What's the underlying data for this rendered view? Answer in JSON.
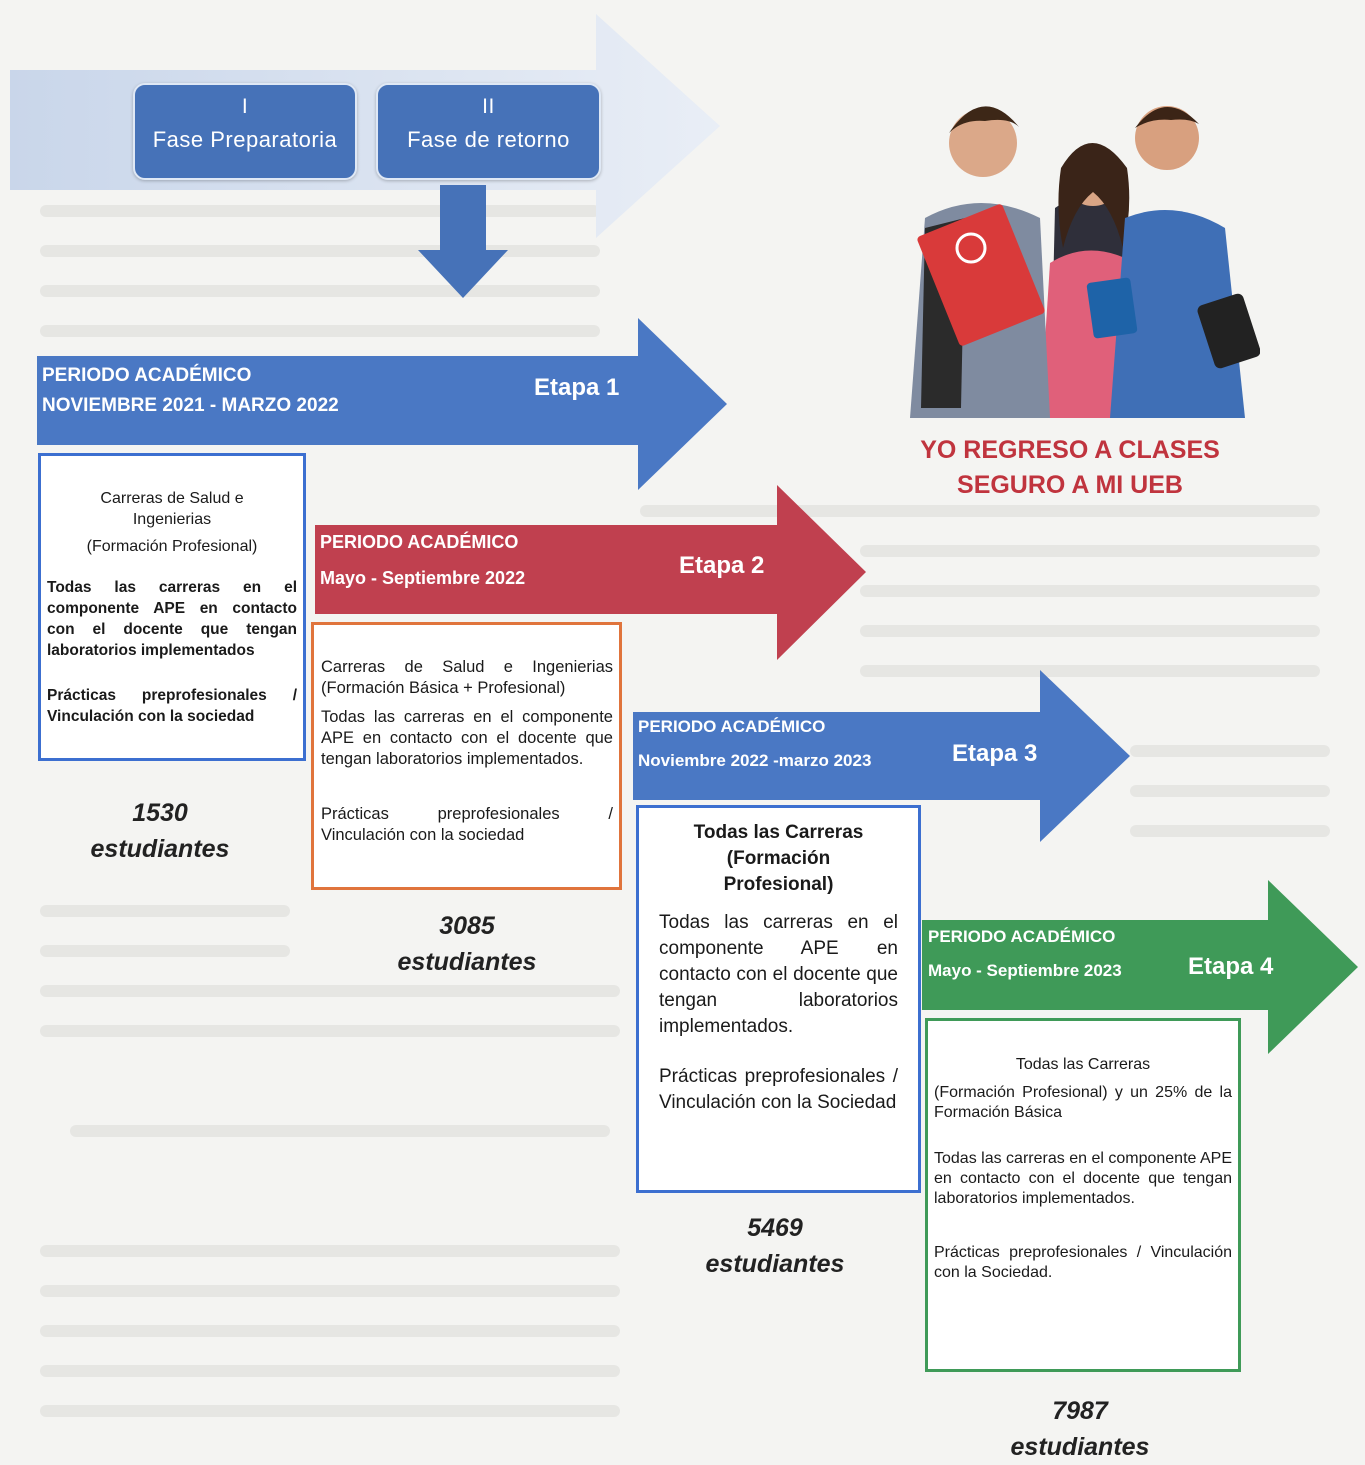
{
  "phases": [
    {
      "number": "I",
      "name": "Fase Preparatoria"
    },
    {
      "number": "II",
      "name": "Fase de retorno"
    }
  ],
  "stages": [
    {
      "period_label": "PERIODO ACADÉMICO",
      "period_dates": "NOVIEMBRE 2021 - MARZO 2022",
      "stage": "Etapa 1",
      "color": "#4a78c4",
      "card": {
        "heading": "Carreras de Salud e Ingenierias",
        "subheading": "(Formación Profesional)",
        "activity": "Todas las carreras en el componente APE en contacto con el docente que tengan laboratorios implementados",
        "practice": "Prácticas preprofesionales / Vinculación con la sociedad",
        "border_color": "#3c6fd0"
      },
      "students_count": "1530",
      "students_label": "estudiantes"
    },
    {
      "period_label": "PERIODO ACADÉMICO",
      "period_dates": "Mayo  - Septiembre 2022",
      "stage": "Etapa 2",
      "color": "#c0404f",
      "card": {
        "heading": "Carreras de Salud e Ingenierias (Formación Básica + Profesional)",
        "activity": "Todas las carreras en el componente APE en contacto con el docente que tengan laboratorios implementados.",
        "practice": "Prácticas preprofesionales / Vinculación con la sociedad",
        "border_color": "#e0743c"
      },
      "students_count": "3085",
      "students_label": "estudiantes"
    },
    {
      "period_label": "PERIODO ACADÉMICO",
      "period_dates": "Noviembre 2022  -marzo 2023",
      "stage": "Etapa 3",
      "color": "#4a78c4",
      "card": {
        "heading": "Todas las Carreras (Formación Profesional)",
        "activity": "Todas las carreras en el componente APE en contacto con el docente que tengan laboratorios implementados.",
        "practice": "Prácticas preprofesionales / Vinculación con la Sociedad",
        "border_color": "#3c6fd0"
      },
      "students_count": "5469",
      "students_label": "estudiantes"
    },
    {
      "period_label": "PERIODO ACADÉMICO",
      "period_dates": "Mayo  - Septiembre 2023",
      "stage": "Etapa 4",
      "color": "#3f9a58",
      "card": {
        "heading": "Todas las Carreras",
        "subheading": "(Formación Profesional) y un 25% de la Formación Básica",
        "activity": "Todas las carreras en el componente APE en contacto con el docente que tengan laboratorios implementados.",
        "practice": "Prácticas preprofesionales / Vinculación con la Sociedad.",
        "border_color": "#3f9a58"
      },
      "students_count": "7987",
      "students_label": "estudiantes"
    }
  ],
  "campaign": {
    "image": "students-photo",
    "slogan_line1": "YO REGRESO A CLASES",
    "slogan_line2": "SEGURO A MI UEB",
    "slogan_color": "#c0343e"
  }
}
